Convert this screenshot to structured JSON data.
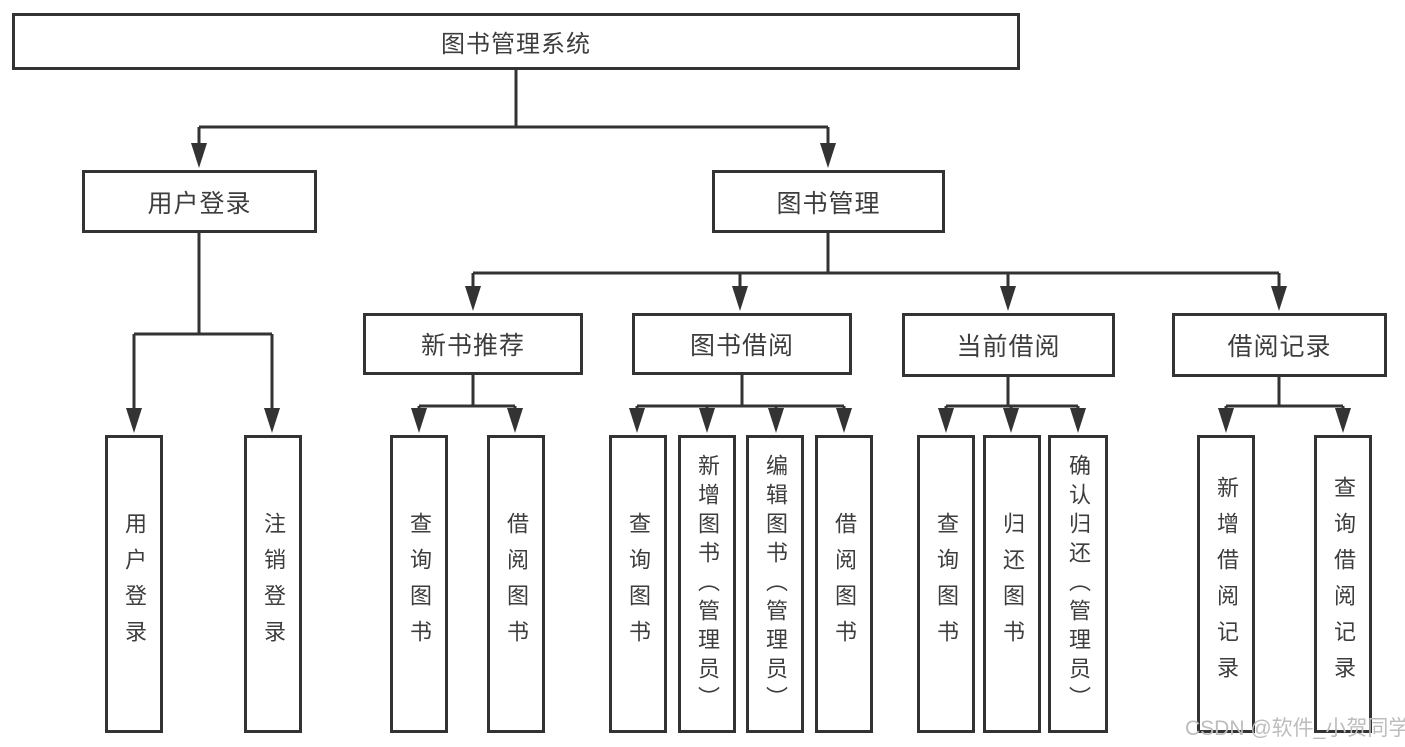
{
  "diagram": {
    "root": {
      "label": "图书管理系统"
    },
    "login_branch": {
      "label": "用户登录",
      "children": [
        {
          "label": "用户登录"
        },
        {
          "label": "注销登录"
        }
      ]
    },
    "manage_branch": {
      "label": "图书管理",
      "groups": [
        {
          "label": "新书推荐",
          "children": [
            {
              "label": "查询图书"
            },
            {
              "label": "借阅图书"
            }
          ]
        },
        {
          "label": "图书借阅",
          "children": [
            {
              "label": "查询图书"
            },
            {
              "label": "新增图书（管理员）"
            },
            {
              "label": "编辑图书（管理员）"
            },
            {
              "label": "借阅图书"
            }
          ]
        },
        {
          "label": "当前借阅",
          "children": [
            {
              "label": "查询图书"
            },
            {
              "label": "归还图书"
            },
            {
              "label": "确认归还（管理员）"
            }
          ]
        },
        {
          "label": "借阅记录",
          "children": [
            {
              "label": "新增借阅记录"
            },
            {
              "label": "查询借阅记录"
            }
          ]
        }
      ]
    },
    "line_color": "#333333",
    "watermark": "CSDN @软件_小贺同学"
  }
}
